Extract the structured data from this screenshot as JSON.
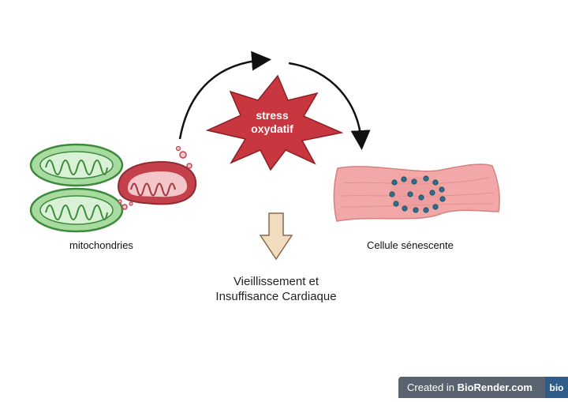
{
  "labels": {
    "mitochondria": "mitochondries",
    "stress_line1": "stress",
    "stress_line2": "oxydatif",
    "senescent_cell": "Cellule sénescente",
    "outcome_line1": "Vieillissement et",
    "outcome_line2": "Insuffisance Cardiaque"
  },
  "badge": {
    "prefix": "Created in ",
    "brand": "BioRender.com",
    "logo": "bio"
  },
  "colors": {
    "mito_green": "#a8dba0",
    "mito_green_dark": "#3c8a3c",
    "mito_red": "#c4414b",
    "starburst": "#c8373f",
    "cell_pink": "#f2a8a8",
    "nucleus_dots": "#2d6e8a",
    "down_arrow_fill": "#f2dcc0",
    "down_arrow_stroke": "#8a6a4a"
  }
}
